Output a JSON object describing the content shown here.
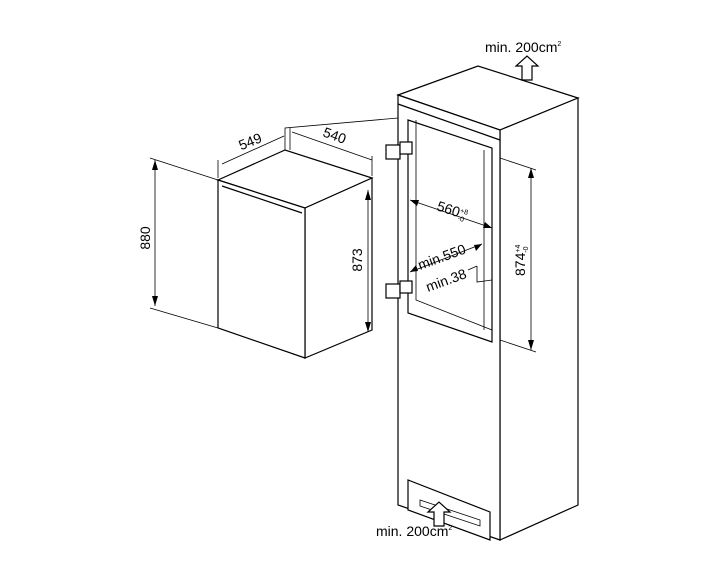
{
  "labels": {
    "vent_top": "min. 200cm",
    "vent_top_sup": "2",
    "vent_bottom": "min. 200cm",
    "vent_bottom_sup": "2",
    "depth_549": "549",
    "width_540": "540",
    "height_880": "880",
    "height_873": "873",
    "niche_width": "560",
    "niche_width_tol_plus": "+8",
    "niche_width_tol_minus": "-0",
    "niche_depth": "min.550",
    "clearance": "min.38",
    "niche_height": "874",
    "niche_height_tol_plus": "+4",
    "niche_height_tol_minus": "-0"
  }
}
